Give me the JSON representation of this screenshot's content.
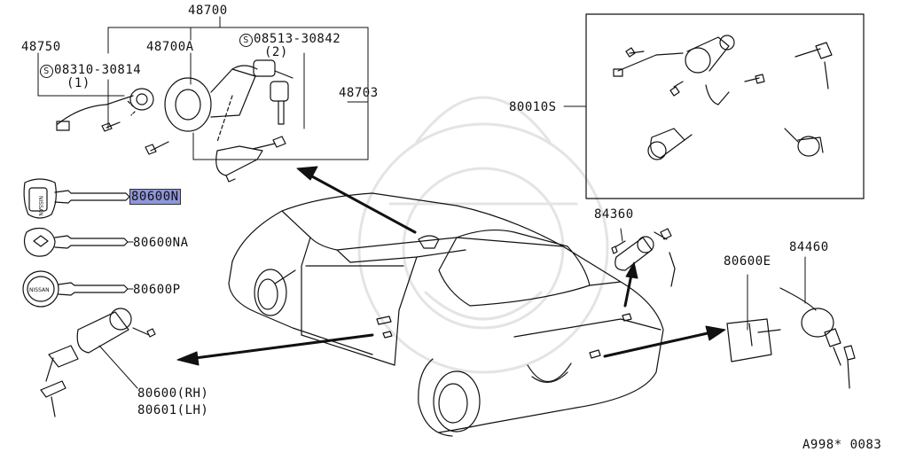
{
  "parts": {
    "p48700": "48700",
    "p48750": "48750",
    "p48700A": "48700A",
    "p08310": "08310-30814",
    "p08310_qty": "(1)",
    "p08513": "08513-30842",
    "p08513_qty": "(2)",
    "p48703": "48703",
    "p80010S": "80010S",
    "p80600N": "80600N",
    "p80600NA": "80600NA",
    "p80600P": "80600P",
    "p84360": "84360",
    "p80600E": "80600E",
    "p84460": "84460",
    "p80600RH": "80600(RH)",
    "p80601LH": "80601(LH)",
    "screw_symbol": "S"
  },
  "key_brand": "NISSAN",
  "diagram_id": "A998* 0083",
  "highlight_color": "#8f96d8"
}
